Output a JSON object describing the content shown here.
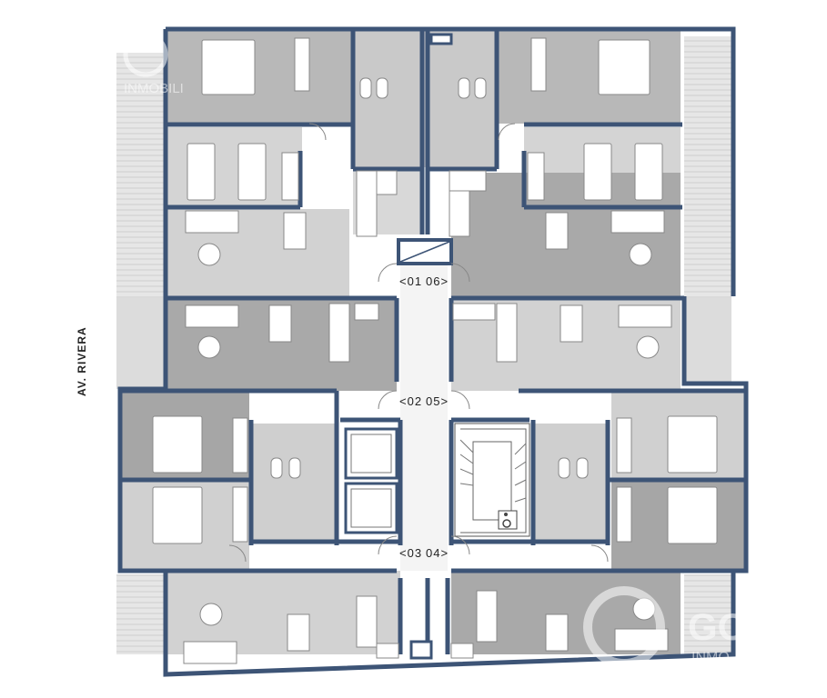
{
  "street_label": "AV. RIVERA",
  "unit_labels": {
    "u01": "<01",
    "u06": "06>",
    "u02": "<02",
    "u05": "05>",
    "u03": "<03",
    "u04": "04>"
  },
  "watermark": {
    "top_left_text": "INMOBILI",
    "bottom_right_logo": "GO",
    "bottom_right_text": "INMO"
  },
  "colors": {
    "wall": "#3d5476",
    "room_dark": "#a6a6a6",
    "room_mid": "#bfbfbf",
    "room_light": "#d6d6d6",
    "balcony": "#e3e3e3",
    "furniture": "#ffffff"
  },
  "icons": [
    "wheelchair-icon",
    "stair-icon",
    "elevator-icon"
  ]
}
